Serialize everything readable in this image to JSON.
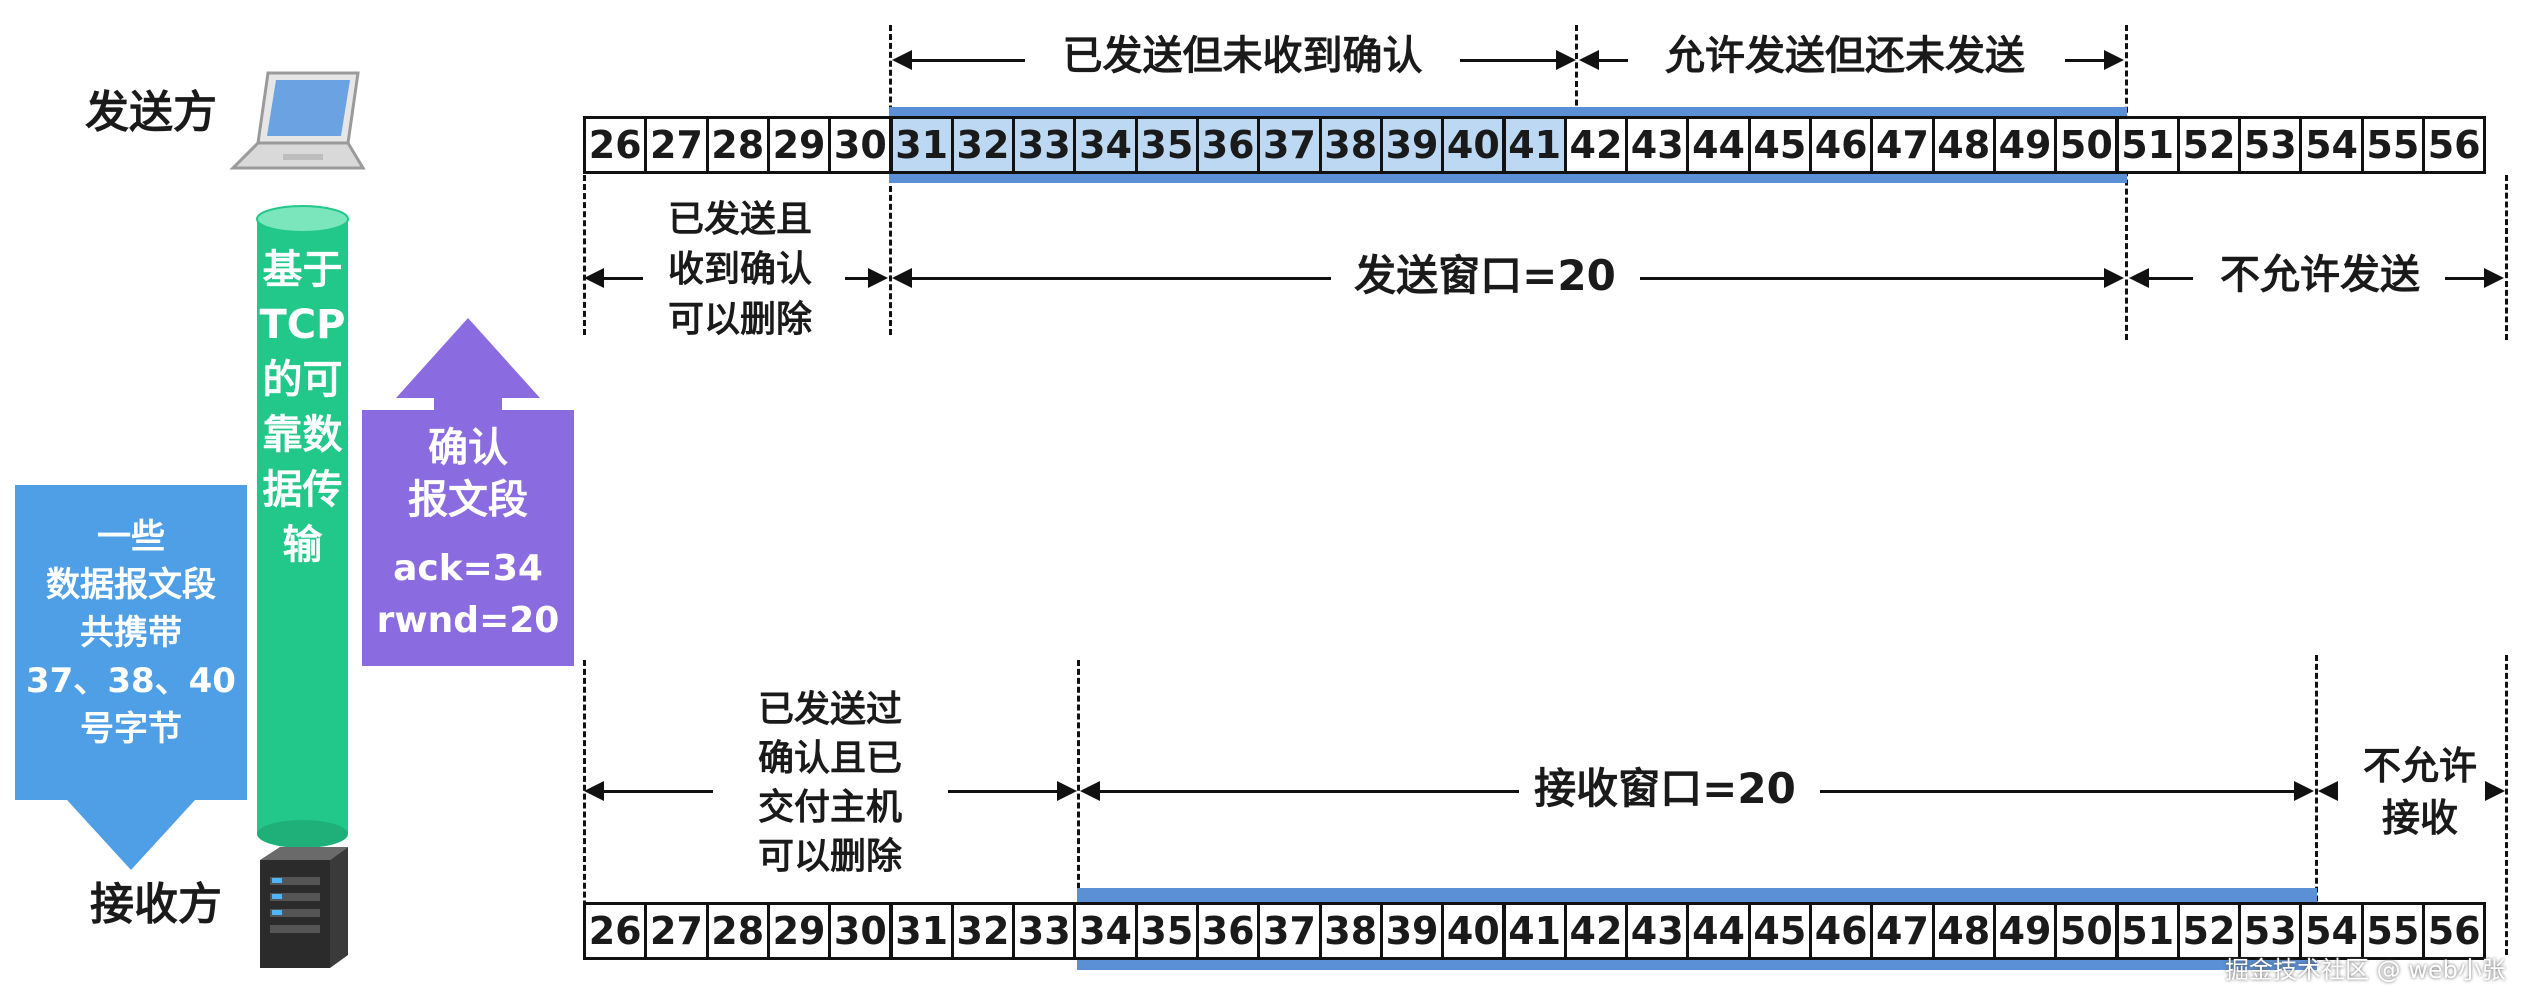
{
  "left": {
    "sender_label": "发送方",
    "receiver_label": "接收方",
    "cylinder_text": "基于\nTCP\n的可\n靠数\n据传\n输",
    "down_arrow_text": "一些\n数据报文段\n共携带\n37、38、40\n号字节",
    "up_arrow_title": "确认\n报文段",
    "up_arrow_ack": "ack=34",
    "up_arrow_rwnd": "rwnd=20",
    "colors": {
      "cylinder": "#22c78a",
      "down_arrow": "#4f9fe6",
      "up_arrow": "#8a6be0"
    }
  },
  "top": {
    "sent_unacked": "已发送但未收到确认",
    "allowed_unsent": "允许发送但还未发送",
    "deletable": "已发送且\n收到确认\n可以删除",
    "send_window": "发送窗口=20",
    "not_allowed": "不允许发送",
    "numbers": [
      "26",
      "27",
      "28",
      "29",
      "30",
      "31",
      "32",
      "33",
      "34",
      "35",
      "36",
      "37",
      "38",
      "39",
      "40",
      "41",
      "42",
      "43",
      "44",
      "45",
      "46",
      "47",
      "48",
      "49",
      "50",
      "51",
      "52",
      "53",
      "54",
      "55",
      "56"
    ],
    "highlighted": [
      "31",
      "32",
      "33",
      "34",
      "35",
      "36",
      "37",
      "38",
      "39",
      "40",
      "41"
    ]
  },
  "bottom": {
    "delivered": "已发送过\n确认且已\n交付主机\n可以删除",
    "recv_window": "接收窗口=20",
    "not_accept": "不允许\n接收",
    "numbers": [
      "26",
      "27",
      "28",
      "29",
      "30",
      "31",
      "32",
      "33",
      "34",
      "35",
      "36",
      "37",
      "38",
      "39",
      "40",
      "41",
      "42",
      "43",
      "44",
      "45",
      "46",
      "47",
      "48",
      "49",
      "50",
      "51",
      "52",
      "53",
      "54",
      "55",
      "56"
    ]
  },
  "watermark": "掘金技术社区 @ web小张"
}
